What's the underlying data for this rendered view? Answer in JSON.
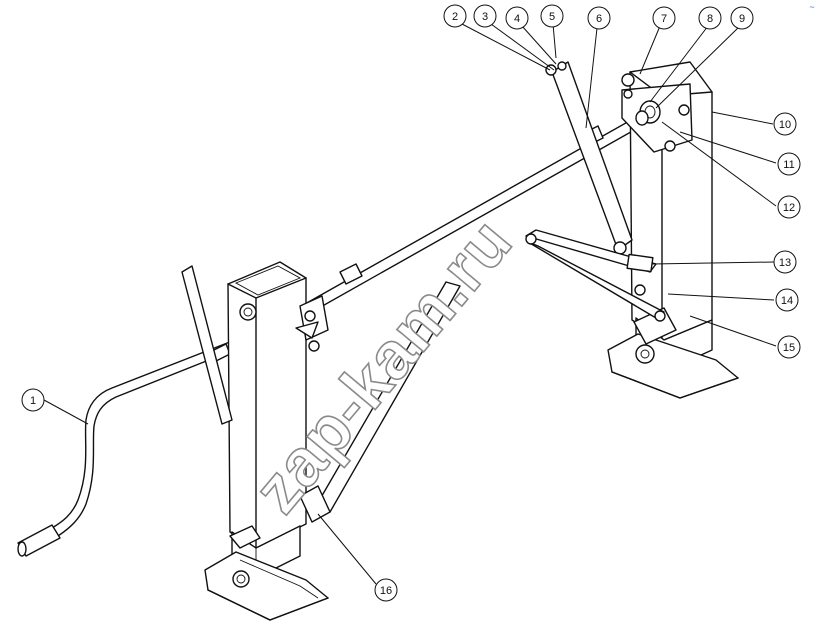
{
  "diagram": {
    "callouts": [
      {
        "label": "1"
      },
      {
        "label": "2"
      },
      {
        "label": "3"
      },
      {
        "label": "4"
      },
      {
        "label": "5"
      },
      {
        "label": "6"
      },
      {
        "label": "7"
      },
      {
        "label": "8"
      },
      {
        "label": "9"
      },
      {
        "label": "10"
      },
      {
        "label": "11"
      },
      {
        "label": "12"
      },
      {
        "label": "13"
      },
      {
        "label": "14"
      },
      {
        "label": "15"
      },
      {
        "label": "16"
      }
    ],
    "watermark": "zap-kam.ru",
    "corner_mark": "~"
  },
  "colors": {
    "line": "#111111",
    "watermark_outline": "#8a8a8a",
    "corner_mark": "#3b6fd8"
  }
}
